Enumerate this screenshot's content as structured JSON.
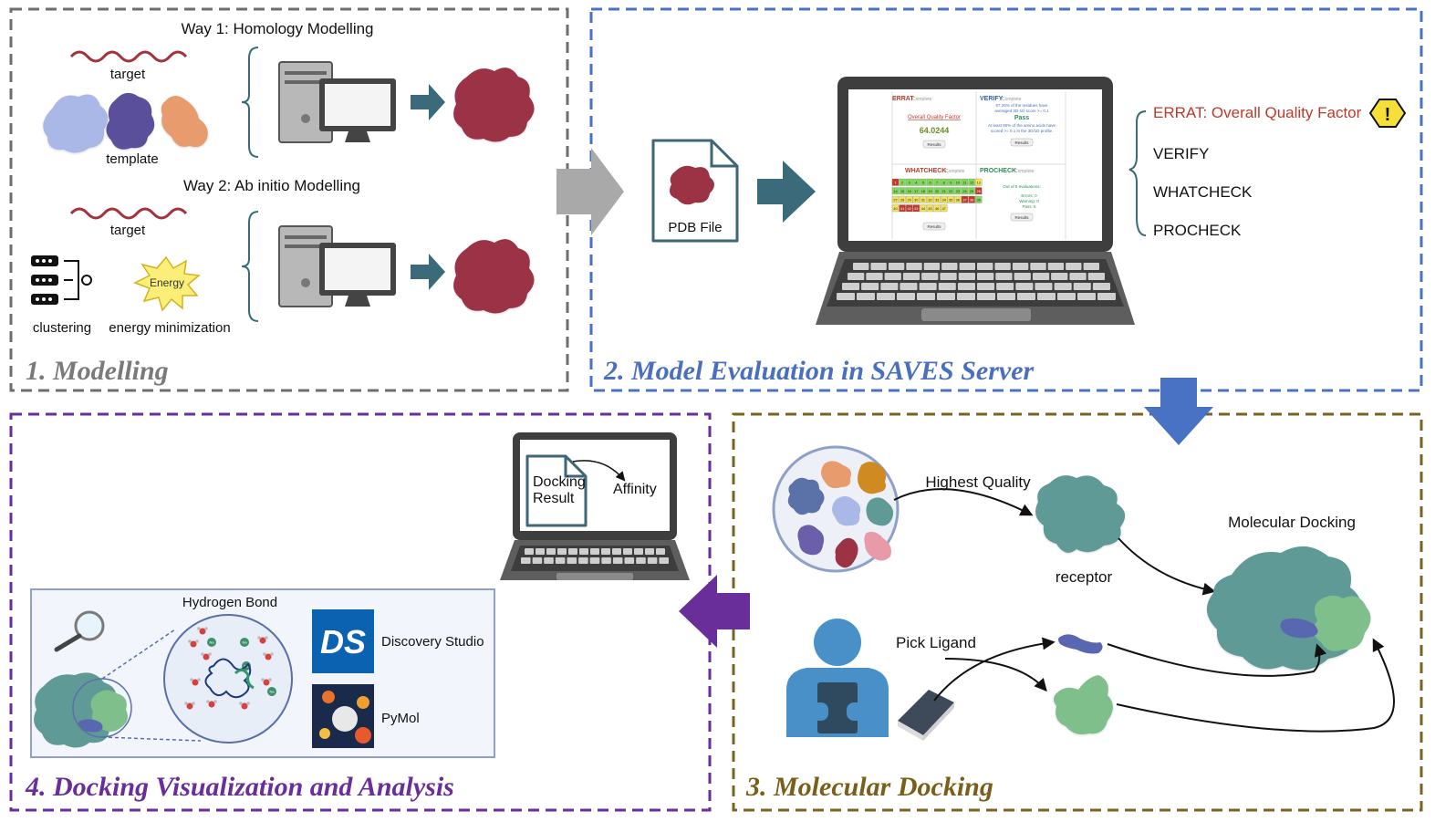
{
  "panel1": {
    "title": "1. Modelling",
    "way1_title": "Way 1: Homology Modelling",
    "way2_title": "Way 2: Ab initio Modelling",
    "target_label": "target",
    "template_label": "template",
    "target2_label": "target",
    "energy_label": "Energy",
    "clustering_label": "clustering",
    "energy_min_label": "energy minimization"
  },
  "panel2": {
    "title": "2. Model Evaluation in SAVES Server",
    "pdb_label": "PDB File",
    "list": [
      "ERRAT: Overall Quality Factor",
      "VERIFY",
      "WHATCHECK",
      "PROCHECK"
    ],
    "warning_symbol": "!",
    "screen": {
      "errat_title": "ERRAT",
      "errat_status": "Complete",
      "errat_subtitle": "Overall Quality Factor",
      "errat_value": "64.0244",
      "verify_title": "VERIFY",
      "verify_status": "Complete",
      "verify_line1": "67.26% of the residues have",
      "verify_line2": "averaged 3D-1D score >= 0.1",
      "verify_result": "Pass",
      "verify_line3": "At least 80% of the amino acids have",
      "verify_line4": "scored >= 0.1 in the 3D/1D profile.",
      "whatcheck_title": "WHATCHECK",
      "whatcheck_status": "Complete",
      "procheck_title": "PROCHECK",
      "procheck_status": "Complete",
      "procheck_line1": "Out of 5 evaluations:",
      "procheck_errors": "Errors: 0",
      "procheck_warning": "Warning: 0",
      "procheck_pass": "Pass: 5",
      "results_button": "Results",
      "grid_numbers": [
        "1",
        "2",
        "3",
        "4",
        "5",
        "6",
        "7",
        "8",
        "9",
        "10",
        "11",
        "12",
        "13",
        "14",
        "15",
        "16",
        "17",
        "18",
        "19",
        "20",
        "21",
        "22",
        "23",
        "24",
        "25",
        "26",
        "27",
        "28",
        "29",
        "30",
        "31",
        "32",
        "33",
        "34",
        "35",
        "36",
        "37",
        "38",
        "39",
        "40",
        "41",
        "42",
        "43",
        "44",
        "45",
        "46",
        "47"
      ]
    }
  },
  "panel3": {
    "title": "3. Molecular Docking",
    "highest_quality": "Highest Quality",
    "receptor_label": "receptor",
    "pick_ligand": "Pick Ligand",
    "docking_label": "Molecular Docking"
  },
  "panel4": {
    "title": "4. Docking Visualization and Analysis",
    "docking_result_line1": "Docking",
    "docking_result_line2": "Result",
    "affinity_label": "Affinity",
    "hbond_label": "Hydrogen Bond",
    "ds_logo_text": "DS",
    "discovery_label": "Discovery Studio",
    "pymol_label": "PyMol",
    "na_label": "Na"
  },
  "colors": {
    "panel1_border": "#6e6e6e",
    "panel2_border": "#4a72c4",
    "panel3_border": "#7a6320",
    "panel4_border": "#6a2e9a",
    "panel1_title": "#7a7a7a",
    "panel2_title": "#4a6fbd",
    "panel3_title": "#7a5f1a",
    "panel4_title": "#6a2e9a",
    "protein_red": "#9b3345",
    "teal_arrow": "#3b6b7a",
    "errat_red": "#c0392b"
  }
}
